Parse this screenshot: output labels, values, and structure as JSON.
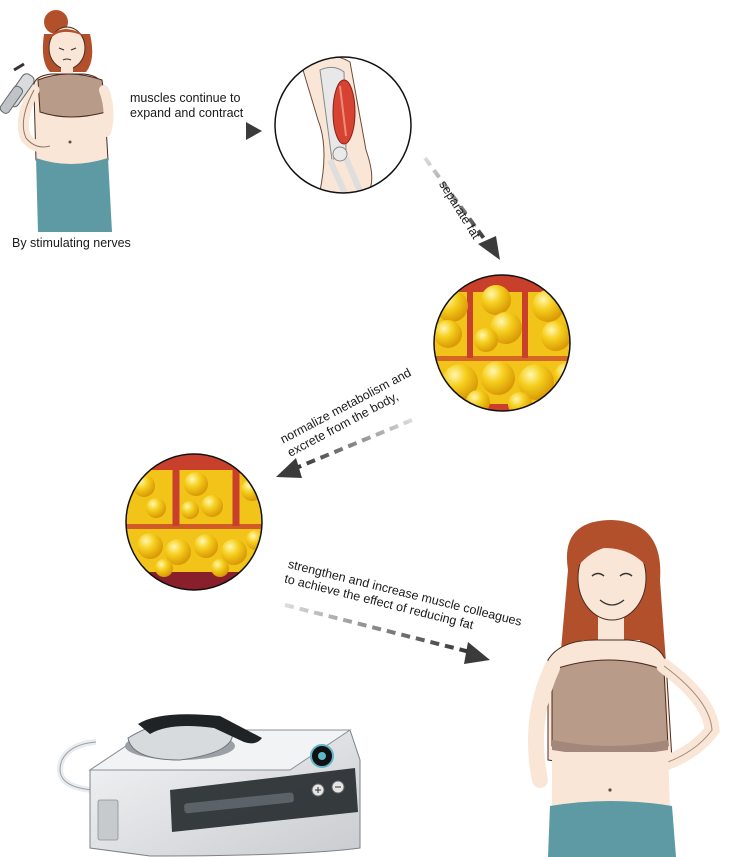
{
  "labels": {
    "stimulating": "By stimulating nerves",
    "expand_contract": [
      "muscles continue to",
      "expand and contract"
    ],
    "separate_fat": "separate fat",
    "metabolism": [
      "normalize metabolism and",
      "excrete from the body,"
    ],
    "strengthen": [
      "strengthen and increase muscle colleagues",
      "to achieve the effect of reducing fat"
    ]
  },
  "colors": {
    "skin": "#f9e6d6",
    "hair": "#b2502c",
    "top": "#b89b88",
    "pants": "#5e9aa3",
    "fat_yellow": "#f2c318",
    "tissue_red": "#c8402c",
    "muscle": "#d64332",
    "machine": "#e4e6e8",
    "arrow_dark": "#3b3b3b"
  }
}
